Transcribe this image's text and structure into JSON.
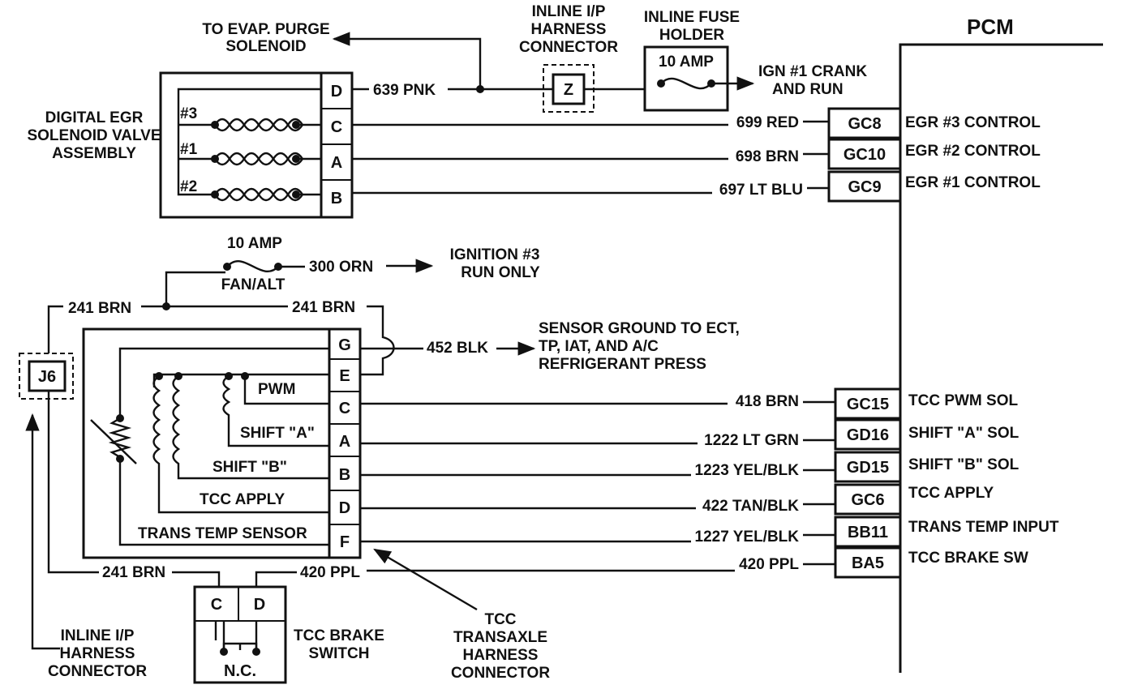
{
  "header": {
    "pcm": "PCM"
  },
  "egr": {
    "title_lines": [
      "DIGITAL EGR",
      "SOLENOID VALVE",
      "ASSEMBLY"
    ],
    "pins": [
      "D",
      "C",
      "A",
      "B"
    ],
    "coils": [
      "#3",
      "#1",
      "#2"
    ]
  },
  "evap": {
    "lines": [
      "TO EVAP. PURGE",
      "SOLENOID"
    ]
  },
  "inline_ip_top": {
    "lines": [
      "INLINE I/P",
      "HARNESS",
      "CONNECTOR"
    ],
    "pin": "Z"
  },
  "fuse_top": {
    "lines": [
      "INLINE FUSE",
      "HOLDER"
    ],
    "rating": "10 AMP"
  },
  "ign1": {
    "lines": [
      "IGN #1 CRANK",
      "AND RUN"
    ]
  },
  "wires": {
    "w639": "639 PNK",
    "w699": "699 RED",
    "w698": "698 BRN",
    "w697": "697 LT BLU",
    "w300": "300 ORN",
    "w241a": "241 BRN",
    "w241b": "241 BRN",
    "w241c": "241 BRN",
    "w452": "452 BLK",
    "w418": "418 BRN",
    "w1222": "1222 LT GRN",
    "w1223": "1223 YEL/BLK",
    "w422": "422 TAN/BLK",
    "w1227": "1227 YEL/BLK",
    "w420a": "420 PPL",
    "w420b": "420 PPL"
  },
  "pcm_pins": [
    "GC8",
    "GC10",
    "GC9",
    "GC15",
    "GD16",
    "GD15",
    "GC6",
    "BB11",
    "BA5"
  ],
  "pcm_labels": [
    "EGR #3 CONTROL",
    "EGR #2 CONTROL",
    "EGR #1 CONTROL",
    "TCC PWM SOL",
    "SHIFT \"A\" SOL",
    "SHIFT \"B\" SOL",
    "TCC APPLY",
    "TRANS TEMP INPUT",
    "TCC BRAKE SW"
  ],
  "fuse_fan": {
    "rating": "10 AMP",
    "name": "FAN/ALT"
  },
  "ign3": {
    "lines": [
      "IGNITION #3",
      "RUN ONLY"
    ]
  },
  "sensor_ground": {
    "lines": [
      "SENSOR GROUND TO ECT,",
      "TP, IAT, AND A/C",
      "REFRIGERANT PRESS"
    ]
  },
  "trans": {
    "pins": [
      "G",
      "E",
      "C",
      "A",
      "B",
      "D",
      "F"
    ],
    "inner_labels": [
      "PWM",
      "SHIFT \"A\"",
      "SHIFT \"B\"",
      "TCC APPLY",
      "TRANS TEMP SENSOR"
    ]
  },
  "j6": {
    "pin": "J6"
  },
  "brake_switch": {
    "pins": [
      "C",
      "D"
    ],
    "state": "N.C.",
    "lines": [
      "TCC BRAKE",
      "SWITCH"
    ]
  },
  "inline_ip_bottom": {
    "lines": [
      "INLINE I/P",
      "HARNESS",
      "CONNECTOR"
    ]
  },
  "tcc_connector": {
    "lines": [
      "TCC",
      "TRANSAXLE",
      "HARNESS",
      "CONNECTOR"
    ]
  }
}
